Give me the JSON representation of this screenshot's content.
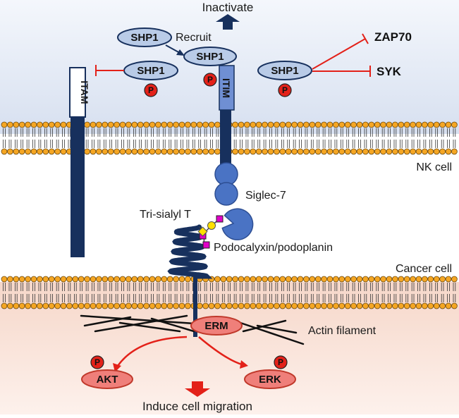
{
  "title": "Inactivate",
  "footer": "Induce cell migration",
  "labels": {
    "recruit": "Recruit",
    "zap70": "ZAP70",
    "syk": "SYK",
    "itam": "ITAM",
    "itim": "ITIM",
    "nk_cell": "NK cell",
    "siglec7": "Siglec-7",
    "tri_sialyl": "Tri-sialyl T",
    "podocalyxin": "Podocalyxin/podoplanin",
    "cancer_cell": "Cancer cell",
    "actin": "Actin filament",
    "erm": "ERM",
    "akt": "AKT",
    "erk": "ERK",
    "p": "P"
  },
  "shp1": [
    "SHP1",
    "SHP1",
    "SHP1",
    "SHP1"
  ],
  "colors": {
    "nk_background": "#dfe6f3",
    "cancer_background": "#f8ddd0",
    "receptor": "#17305d",
    "siglec": "#4a73c4",
    "pill": "#b9cbe7",
    "red": "#e32119",
    "lipid_head": "#f5a623",
    "sialic_acid": "#e000c8",
    "galactose": "#ffe000"
  }
}
